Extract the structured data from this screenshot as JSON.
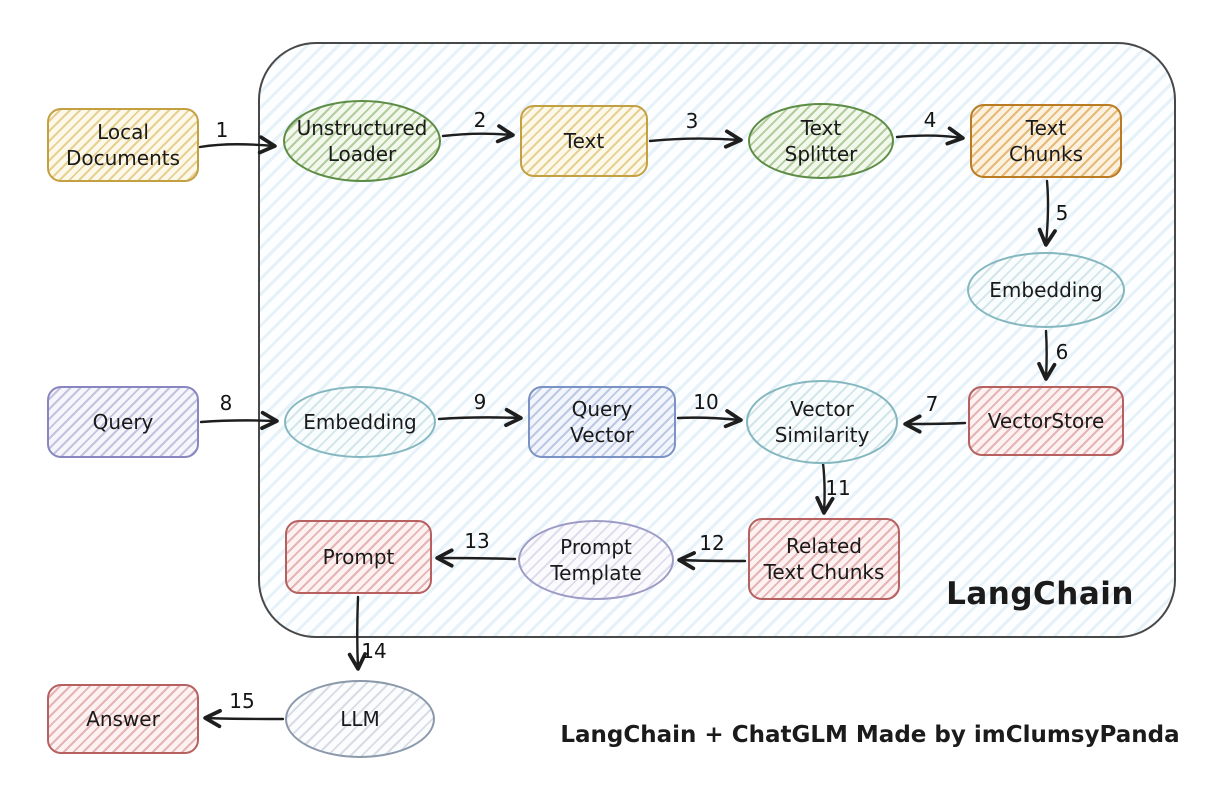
{
  "diagram": {
    "container_label": "LangChain",
    "caption": "LangChain + ChatGLM Made by imClumsyPanda",
    "nodes": {
      "local_documents": "Local\nDocuments",
      "unstructured_loader": "Unstructured\nLoader",
      "text": "Text",
      "text_splitter": "Text\nSplitter",
      "text_chunks": "Text\nChunks",
      "embedding_top": "Embedding",
      "vectorstore": "VectorStore",
      "query": "Query",
      "embedding_left": "Embedding",
      "query_vector": "Query\nVector",
      "vector_similarity": "Vector\nSimilarity",
      "related_text_chunks": "Related\nText Chunks",
      "prompt_template": "Prompt\nTemplate",
      "prompt": "Prompt",
      "llm": "LLM",
      "answer": "Answer"
    },
    "edges": [
      {
        "num": "1",
        "from": "Local Documents",
        "to": "Unstructured Loader"
      },
      {
        "num": "2",
        "from": "Unstructured Loader",
        "to": "Text"
      },
      {
        "num": "3",
        "from": "Text",
        "to": "Text Splitter"
      },
      {
        "num": "4",
        "from": "Text Splitter",
        "to": "Text Chunks"
      },
      {
        "num": "5",
        "from": "Text Chunks",
        "to": "Embedding"
      },
      {
        "num": "6",
        "from": "Embedding",
        "to": "VectorStore"
      },
      {
        "num": "7",
        "from": "VectorStore",
        "to": "Vector Similarity"
      },
      {
        "num": "8",
        "from": "Query",
        "to": "Embedding"
      },
      {
        "num": "9",
        "from": "Embedding",
        "to": "Query Vector"
      },
      {
        "num": "10",
        "from": "Query Vector",
        "to": "Vector Similarity"
      },
      {
        "num": "11",
        "from": "Vector Similarity",
        "to": "Related Text Chunks"
      },
      {
        "num": "12",
        "from": "Related Text Chunks",
        "to": "Prompt Template"
      },
      {
        "num": "13",
        "from": "Prompt Template",
        "to": "Prompt"
      },
      {
        "num": "14",
        "from": "Prompt",
        "to": "LLM"
      },
      {
        "num": "15",
        "from": "LLM",
        "to": "Answer"
      }
    ],
    "palette": {
      "container_fill": "#f2f8fc",
      "container_border": "#484848",
      "yellow": "#c3a042",
      "green": "#5d8c45",
      "orange": "#bb7b22",
      "teal": "#85b7c0",
      "red": "#b66060",
      "purple": "#8886c0",
      "blue": "#7b93c4",
      "lavender": "#9d9bc6",
      "grey": "#8b99ab",
      "arrow": "#1e1e1e"
    }
  }
}
